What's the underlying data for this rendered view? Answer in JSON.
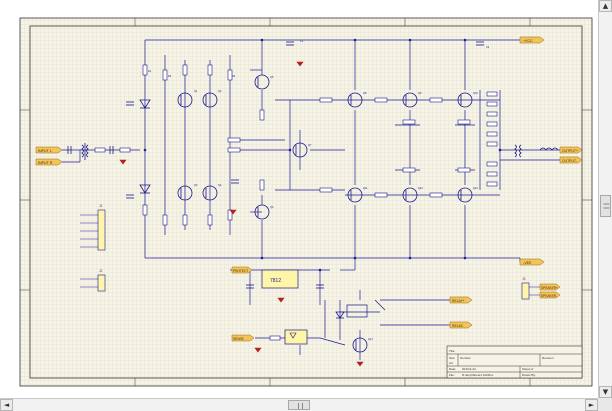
{
  "window": {
    "scroll_up_glyph": "▲",
    "scroll_down_glyph": "▼",
    "scroll_left_glyph": "◄",
    "scroll_right_glyph": "►",
    "vertical_scroll_position": 0.52,
    "horizontal_scroll_position": 0.5
  },
  "colors": {
    "sheet_background": "#f6f3e7",
    "grid": "#dcd6c0",
    "border": "#333333",
    "wire": "#1d1d9a",
    "port_fill": "#f3c45a",
    "port_stroke": "#9a6a12",
    "component": "#1a1a8c",
    "ic_fill": "#fff5a8",
    "power_symbol": "#b22222"
  },
  "schematic": {
    "input_ports": [
      "INPUT L",
      "INPUT R"
    ],
    "power_port_top": "+VCC",
    "power_port_right": "-VEE",
    "output_ports": [
      "OUTPUT+",
      "OUTPUT-"
    ],
    "speaker_ports": [
      "SPEAKER+",
      "SPEAKER-"
    ],
    "relay_ports": [
      "RELAY+",
      "RELAY-"
    ],
    "control_ports": [
      "PROTECT",
      "SENSE"
    ],
    "connector_labels": [
      "J1",
      "J2",
      "J3"
    ],
    "ic_label": "7812",
    "title_block": {
      "title_label": "Title",
      "size_label": "Size",
      "number_label": "Number",
      "revision_label": "Revision",
      "date_label": "Date:",
      "file_label": "File:",
      "sheet_label": "Sheet of",
      "drawn_by_label": "Drawn By:",
      "size_value": "A4",
      "date_value": "2013-6-24",
      "file_value": "D:\\amp\\Sheet1.SchDoc"
    }
  }
}
